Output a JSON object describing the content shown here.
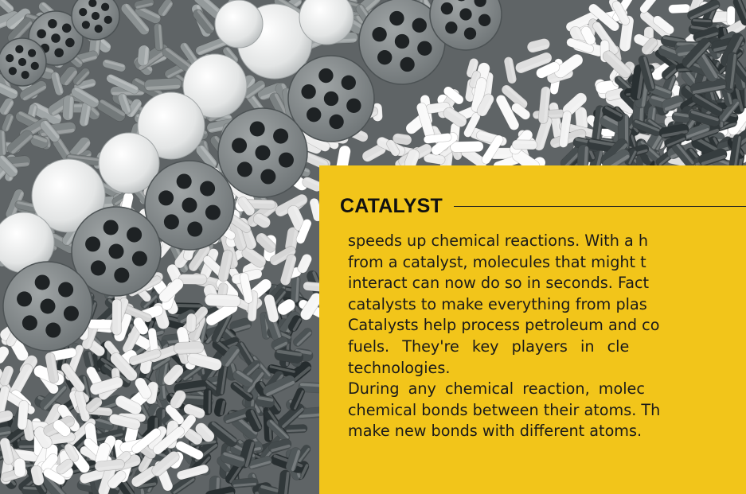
{
  "colors": {
    "panel": "#f2c51a",
    "text": "#1a1a1a",
    "dark_pellet": "#3d4446",
    "gray_pellet": "#8b9192",
    "white_pellet": "#eeeeee"
  },
  "panel": {
    "heading": "CATALYST",
    "lines": [
      "speeds up chemical reactions. With a h",
      "from a catalyst, molecules that might t",
      "interact can now do so in seconds. Fact",
      "catalysts to make everything from plas",
      "Catalysts help process petroleum and co",
      "fuels.  They're  key  players  in  cle",
      "technologies.",
      "During  any  chemical  reaction,  molec",
      "chemical bonds between their atoms. Th",
      "make new bonds with different atoms."
    ]
  }
}
